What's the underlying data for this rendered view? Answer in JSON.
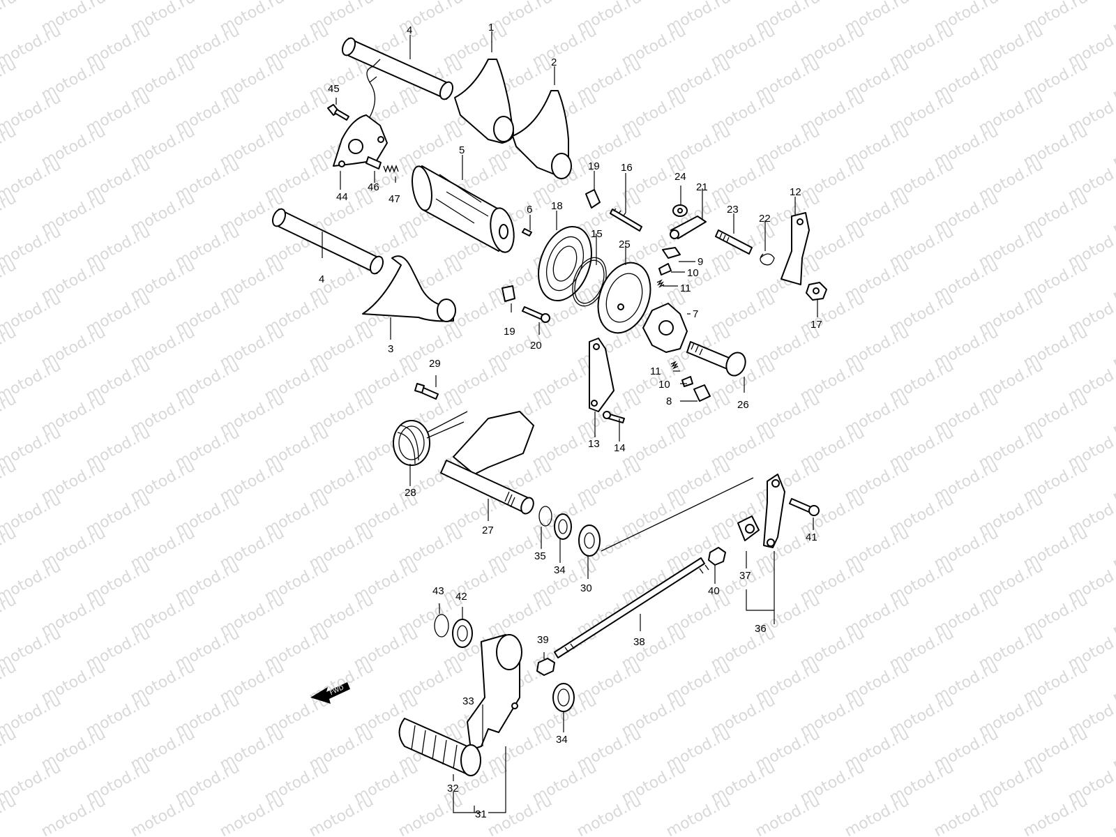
{
  "watermark": {
    "text": "motod.ru",
    "color": "#d8d8d8"
  },
  "fwd_label": "FWD",
  "colors": {
    "line": "#000000",
    "background": "#ffffff"
  },
  "labels": [
    "1",
    "2",
    "3",
    "4",
    "4",
    "5",
    "6",
    "7",
    "8",
    "9",
    "10",
    "10",
    "11",
    "11",
    "12",
    "13",
    "14",
    "15",
    "16",
    "17",
    "18",
    "19",
    "19",
    "20",
    "21",
    "22",
    "23",
    "24",
    "25",
    "26",
    "27",
    "28",
    "29",
    "30",
    "31",
    "32",
    "33",
    "34",
    "34",
    "35",
    "36",
    "37",
    "38",
    "39",
    "40",
    "41",
    "42",
    "43",
    "44",
    "45",
    "46",
    "47"
  ]
}
